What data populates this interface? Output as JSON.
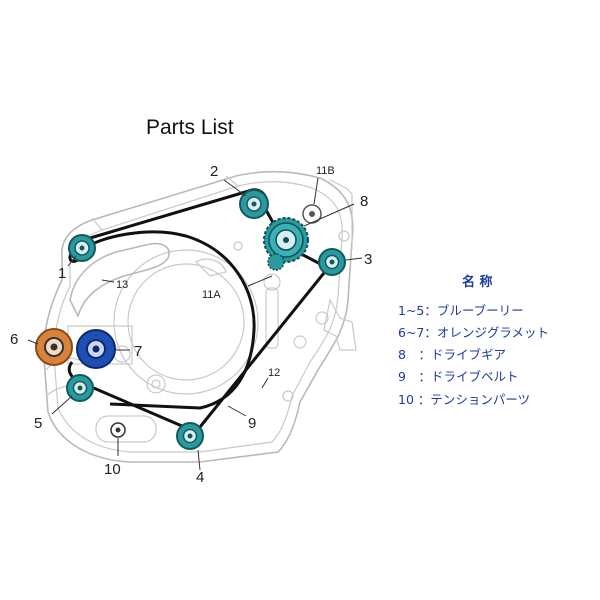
{
  "title": "Parts List",
  "callouts": {
    "c1": "1",
    "c2": "2",
    "c3": "3",
    "c4": "4",
    "c5": "5",
    "c6": "6",
    "c7": "7",
    "c8": "8",
    "c9": "9",
    "c10": "10",
    "c11a": "11A",
    "c11b": "11B",
    "c12": "12",
    "c13": "13"
  },
  "legend": {
    "heading": "名 称",
    "items": [
      "1~5：ブルーブーリー",
      "6~7：オレンジグラメット",
      "8　：ドライブギア",
      "9　：ドライブベルト",
      "10 ：テンションパーツ"
    ]
  },
  "colors": {
    "teal_pulley": "#2a9aa0",
    "orange_grommet": "#d9823b",
    "blue_grommet": "#1f4fb5",
    "legend_text": "#1f3aa0"
  }
}
